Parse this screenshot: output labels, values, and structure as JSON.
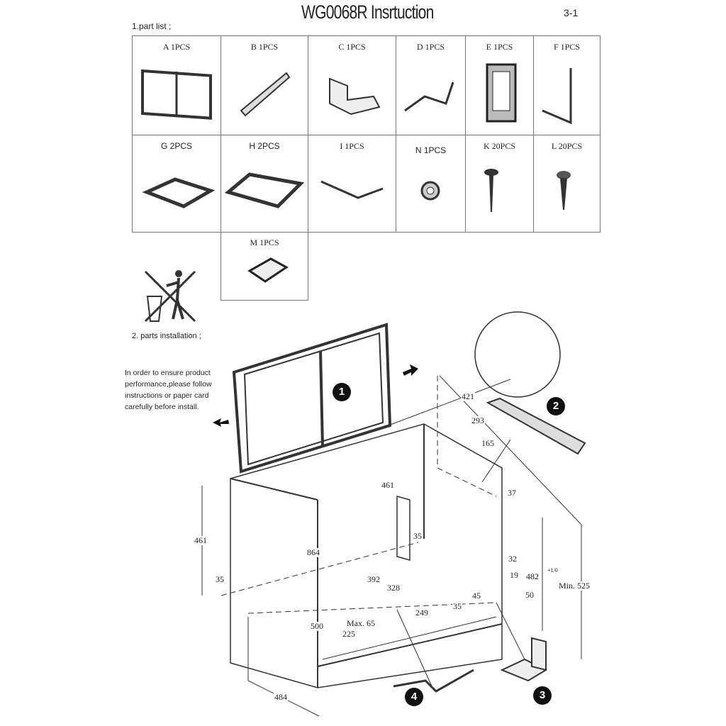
{
  "header": {
    "title": "WG0068R Insrtuction",
    "page_number": "3-1"
  },
  "part_list": {
    "heading": "1.part list ;",
    "parts": [
      {
        "label": "A 1PCS"
      },
      {
        "label": "B 1PCS"
      },
      {
        "label": "C 1PCS"
      },
      {
        "label": "D 1PCS"
      },
      {
        "label": "E 1PCS"
      },
      {
        "label": "F 1PCS"
      },
      {
        "label": "G 2PCS"
      },
      {
        "label": "H 2PCS"
      },
      {
        "label": "I 1PCS"
      },
      {
        "label": "N 1PCS"
      },
      {
        "label": "K 20PCS"
      },
      {
        "label": "L 20PCS"
      },
      {
        "label": "M 1PCS"
      }
    ]
  },
  "installation": {
    "heading": "2. parts installation ;",
    "note": "In order to ensure product performance,please follow instructions or paper card carefully before install.",
    "steps": [
      "1",
      "2",
      "3",
      "4"
    ],
    "dimensions": [
      "421",
      "293",
      "165",
      "37",
      "461",
      "35",
      "461",
      "35",
      "864",
      "392",
      "328",
      "249",
      "35",
      "45",
      "Max. 65",
      "225",
      "500",
      "484",
      "32",
      "19",
      "482",
      "+1/0",
      "50",
      "Min. 525"
    ]
  }
}
